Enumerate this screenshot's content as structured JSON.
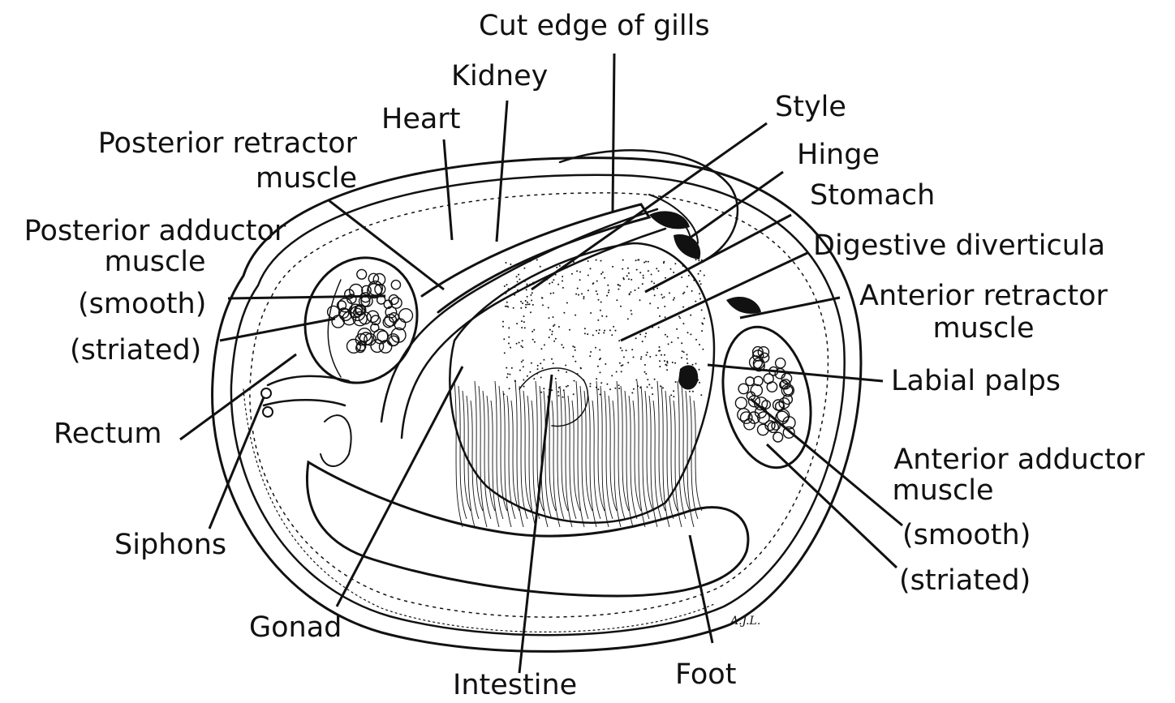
{
  "labels": {
    "cut_edge_of_gills": "Cut edge of gills",
    "kidney": "Kidney",
    "heart": "Heart",
    "posterior_retractor_l1": "Posterior retractor",
    "posterior_retractor_l2": "muscle",
    "style": "Style",
    "hinge": "Hinge",
    "stomach": "Stomach",
    "posterior_adductor_l1": "Posterior adductor",
    "posterior_adductor_l2": "muscle",
    "posterior_adductor_smooth": "(smooth)",
    "posterior_adductor_striated": "(striated)",
    "digestive_diverticula": "Digestive diverticula",
    "anterior_retractor_l1": "Anterior retractor",
    "anterior_retractor_l2": "muscle",
    "labial_palps": "Labial palps",
    "rectum": "Rectum",
    "anterior_adductor_l1": "Anterior adductor",
    "anterior_adductor_l2": "muscle",
    "anterior_adductor_smooth": "(smooth)",
    "anterior_adductor_striated": "(striated)",
    "siphons": "Siphons",
    "gonad": "Gonad",
    "intestine": "Intestine",
    "foot": "Foot"
  },
  "signature": "A.J.L.",
  "colors": {
    "ink": "#111111",
    "background": "#ffffff"
  }
}
